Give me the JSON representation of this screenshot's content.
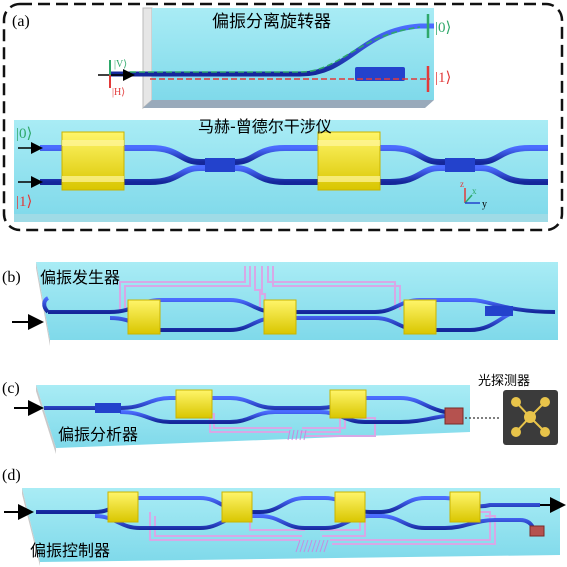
{
  "panels": {
    "a": {
      "label": "(a)",
      "pbs_title": "偏振分离旋转器",
      "mzi_title": "马赫-曾德尔干涉仪",
      "in_v": "|V⟩",
      "in_h": "|H⟩",
      "out0": "|0⟩",
      "out1": "|1⟩",
      "mzi_in0": "|0⟩",
      "mzi_in1": "|1⟩",
      "axis_z": "z",
      "axis_x": "x",
      "axis_y": "y"
    },
    "b": {
      "label": "(b)",
      "title": "偏振发生器"
    },
    "c": {
      "label": "(c)",
      "title": "偏振分析器",
      "detector_label": "光探测器"
    },
    "d": {
      "label": "(d)",
      "title": "偏振控制器"
    }
  },
  "colors": {
    "chip": "#8fe3f0",
    "chip_edge": "#aeeaf3",
    "waveguide": "#1f3fd6",
    "heater": "#f2ea1a",
    "mode_v": "#2ea86a",
    "mode_h": "#e23a3a",
    "wire": "#d7a8e6"
  }
}
